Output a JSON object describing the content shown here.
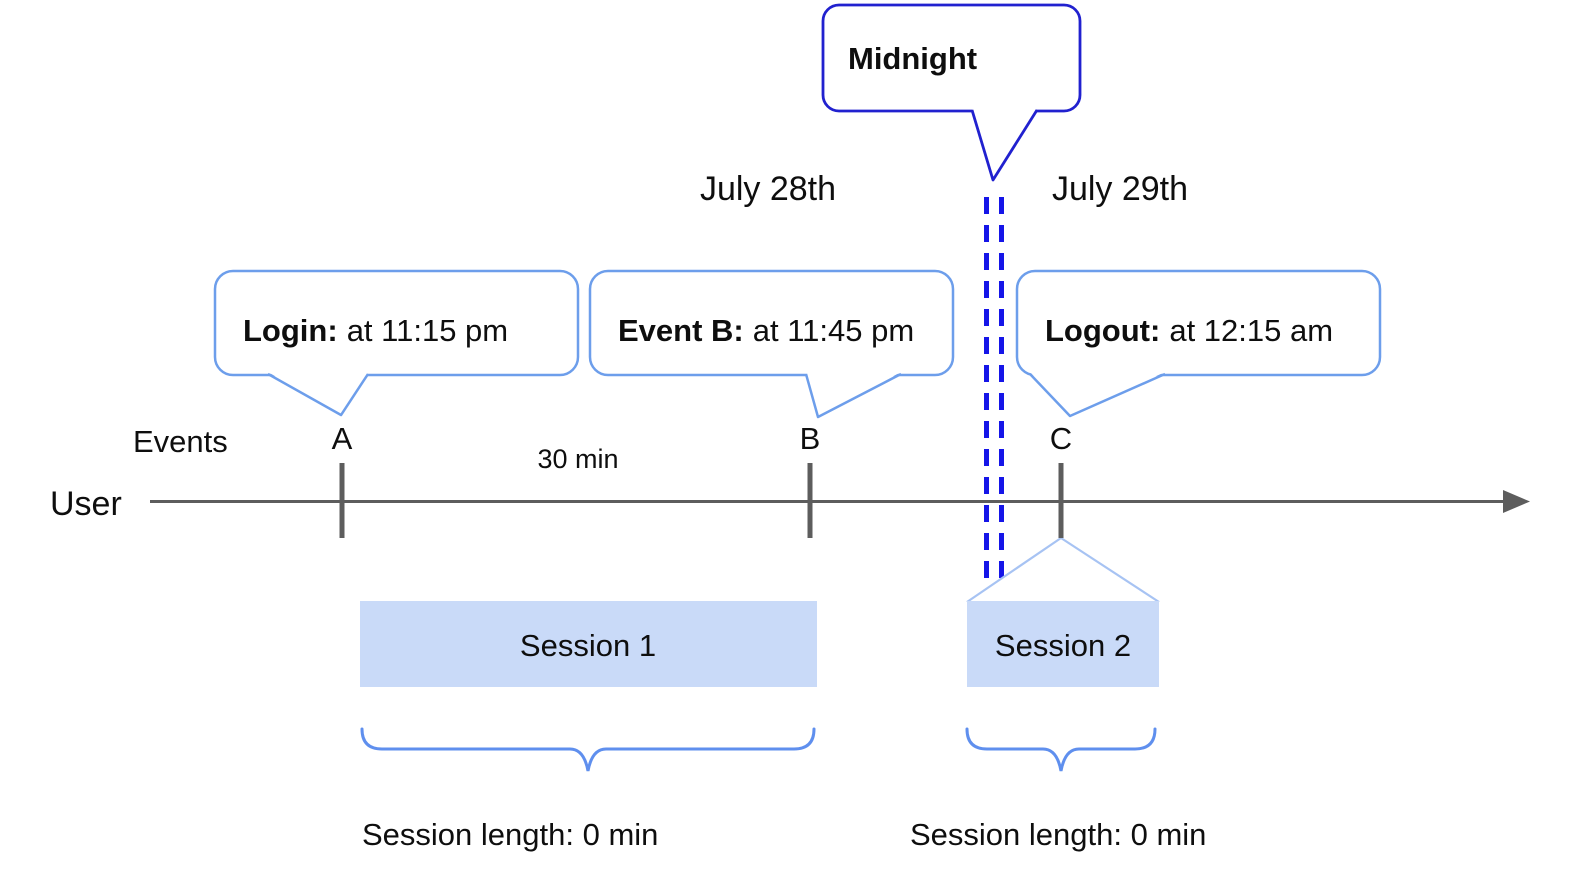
{
  "colors": {
    "axis-gray": "#5d5d5d",
    "dark-blue": "#2121cf",
    "dash-blue": "#1515e8",
    "callout-blue": "#6d9eeb",
    "session-fill": "#c9daf8",
    "funnel-blue": "#a7c3f3",
    "brace-blue": "#5f8fee",
    "text-black": "#0e0e0e"
  },
  "callouts": {
    "midnight": {
      "label": "Midnight"
    },
    "login": {
      "title": "Login:",
      "detail": "at 11:15 pm"
    },
    "event_b": {
      "title": "Event B:",
      "detail": "at 11:45 pm"
    },
    "logout": {
      "title": "Logout:",
      "detail": "at 12:15 am"
    }
  },
  "dates": {
    "before_midnight": "July 28th",
    "after_midnight": "July 29th"
  },
  "timeline": {
    "row_label": "User",
    "events_label": "Events",
    "interval_label": "30 min",
    "marks": [
      "A",
      "B",
      "C"
    ]
  },
  "sessions": {
    "one": {
      "label": "Session 1",
      "length": "Session length: 0 min"
    },
    "two": {
      "label": "Session 2",
      "length": "Session length: 0 min"
    }
  }
}
